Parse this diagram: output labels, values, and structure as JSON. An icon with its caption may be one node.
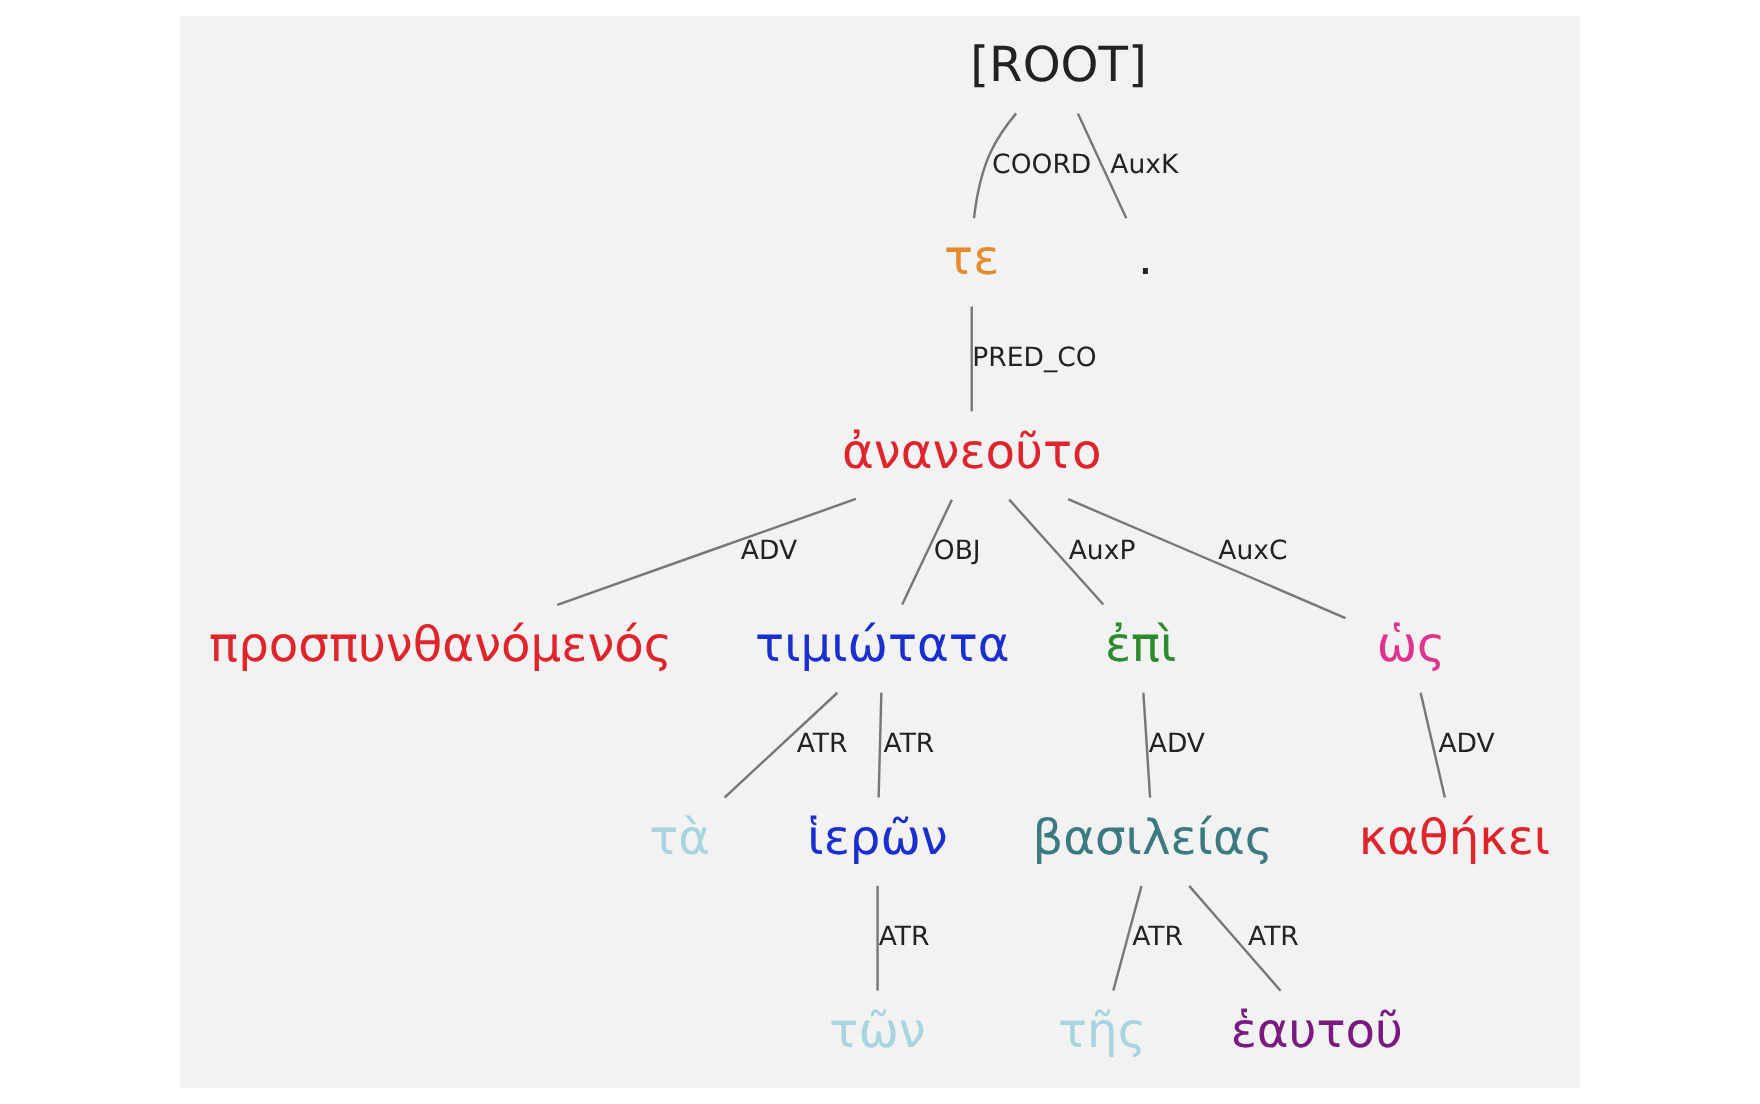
{
  "diagram": {
    "nodes": [
      {
        "text": [
          "[ROOT]"
        ]
      },
      {
        "text": [
          "τε"
        ]
      },
      {
        "text": [
          "."
        ]
      },
      {
        "text": [
          "ἀνανεοῦτο"
        ]
      },
      {
        "text": [
          "προσπυνθανόμενός"
        ]
      },
      {
        "text": [
          "τιμιώτατα"
        ]
      },
      {
        "text": [
          "ἐπὶ"
        ]
      },
      {
        "text": [
          "ὡς"
        ]
      },
      {
        "text": [
          "τὰ"
        ]
      },
      {
        "text": [
          "ἱερῶν"
        ]
      },
      {
        "text": [
          "βασιλείας"
        ]
      },
      {
        "text": [
          "καθήκει"
        ]
      },
      {
        "text": [
          "τῶν"
        ]
      },
      {
        "text": [
          "τῆς"
        ]
      },
      {
        "text": [
          "ἑαυτοῦ"
        ]
      }
    ],
    "edges": [
      {
        "from": 0,
        "to": 1,
        "arrow": "none",
        "label": "COORD"
      },
      {
        "from": 0,
        "to": 2,
        "arrow": "none",
        "label": "AuxK"
      },
      {
        "from": 1,
        "to": 3,
        "arrow": "none",
        "label": "PRED_CO"
      },
      {
        "from": 3,
        "to": 4,
        "arrow": "none",
        "label": "ADV"
      },
      {
        "from": 3,
        "to": 5,
        "arrow": "none",
        "label": "OBJ"
      },
      {
        "from": 3,
        "to": 6,
        "arrow": "none",
        "label": "AuxP"
      },
      {
        "from": 3,
        "to": 7,
        "arrow": "none",
        "label": "AuxC"
      },
      {
        "from": 5,
        "to": 8,
        "arrow": "none",
        "label": "ATR"
      },
      {
        "from": 5,
        "to": 9,
        "arrow": "none",
        "label": "ATR"
      },
      {
        "from": 6,
        "to": 10,
        "arrow": "none",
        "label": "ADV"
      },
      {
        "from": 7,
        "to": 11,
        "arrow": "none",
        "label": "ADV"
      },
      {
        "from": 9,
        "to": 12,
        "arrow": "none",
        "label": "ATR"
      },
      {
        "from": 10,
        "to": 13,
        "arrow": "none",
        "label": "ATR"
      },
      {
        "from": 10,
        "to": 14,
        "arrow": "none",
        "label": "ATR"
      }
    ]
  }
}
